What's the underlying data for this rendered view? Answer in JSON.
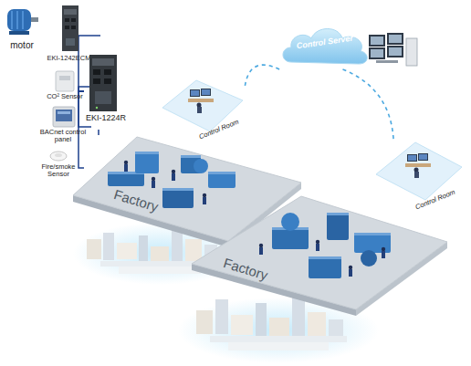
{
  "diagram": {
    "nodes": [
      {
        "text": [
          "motor"
        ]
      },
      {
        "text": [
          "EKI-1242ECMS"
        ]
      },
      {
        "text": [
          "CO² Sensor"
        ]
      },
      {
        "text": [
          "BACnet control panel"
        ]
      },
      {
        "text": [
          "Fire/smoke Sensor"
        ]
      },
      {
        "text": [
          "EKI-1224R"
        ]
      },
      {
        "text": [
          "Control Server"
        ]
      },
      {
        "text": [
          "Control Room"
        ]
      },
      {
        "text": [
          "Factory"
        ]
      },
      {
        "text": [
          "Control Room"
        ]
      },
      {
        "text": [
          "Factory"
        ]
      }
    ],
    "edges": [
      {
        "from": 0,
        "to": 1,
        "arrow": "none"
      },
      {
        "from": 1,
        "to": 5,
        "arrow": "none"
      },
      {
        "from": 2,
        "to": 5,
        "arrow": "none"
      },
      {
        "from": 3,
        "to": 5,
        "arrow": "none"
      },
      {
        "from": 4,
        "to": 5,
        "arrow": "none"
      },
      {
        "from": 5,
        "to": 8,
        "arrow": "none"
      },
      {
        "from": 6,
        "to": 7,
        "arrow": "none"
      },
      {
        "from": 6,
        "to": 9,
        "arrow": "none"
      }
    ]
  }
}
